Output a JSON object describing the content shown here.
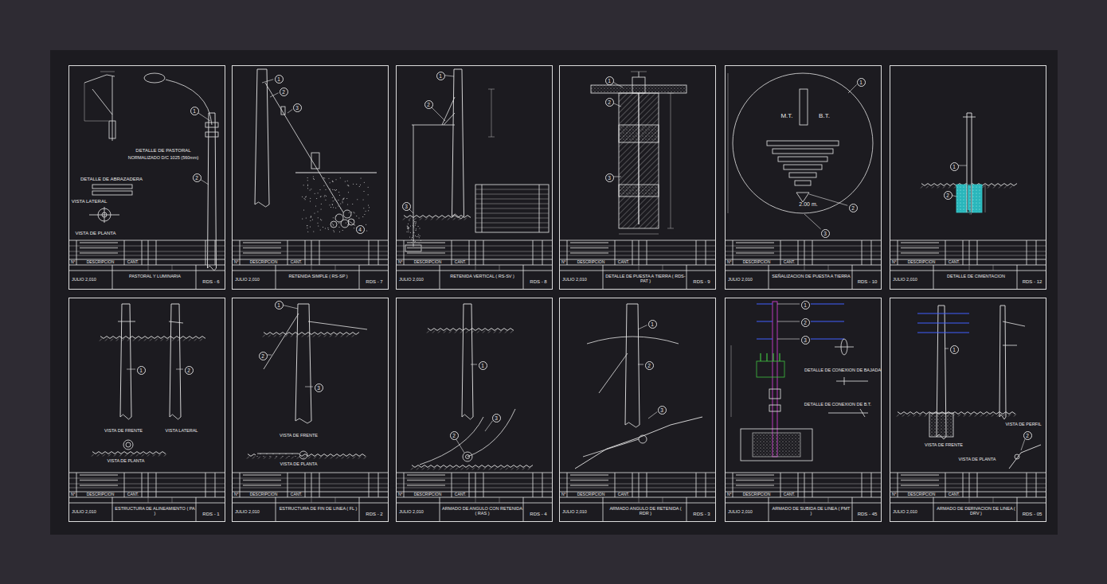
{
  "diagram": {
    "nodes": [
      {
        "text": [
          "PASTORAL Y LUMINARIA",
          "RDS - 6"
        ]
      },
      {
        "text": [
          "1"
        ],
        "in": 0
      },
      {
        "text": [
          "2"
        ],
        "in": 0
      },
      {
        "text": [
          "RETENIDA SIMPLE ( RS-SP )",
          "RDS - 7"
        ]
      },
      {
        "text": [
          "1"
        ],
        "in": 3
      },
      {
        "text": [
          "2"
        ],
        "in": 3
      },
      {
        "text": [
          "3"
        ],
        "in": 3
      },
      {
        "text": [
          "4"
        ],
        "in": 3
      },
      {
        "text": [
          "RETENIDA VERTICAL ( RS-SV )",
          "RDS - 8"
        ]
      },
      {
        "text": [
          "1"
        ],
        "in": 8
      },
      {
        "text": [
          "2"
        ],
        "in": 8
      },
      {
        "text": [
          "3"
        ],
        "in": 8
      },
      {
        "text": [
          "DETALLE DE PUESTA A TIERRA ( RDS-PAT )",
          "RDS - 9"
        ]
      },
      {
        "text": [
          "1"
        ],
        "in": 12
      },
      {
        "text": [
          "2"
        ],
        "in": 12
      },
      {
        "text": [
          "3"
        ],
        "in": 12
      },
      {
        "text": [
          "SEÑALIZACION DE PUESTA A TIERRA",
          "RDS - 10"
        ]
      },
      {
        "text": [
          "1"
        ],
        "in": 16
      },
      {
        "text": [
          "2"
        ],
        "in": 16
      },
      {
        "text": [
          "3"
        ],
        "in": 16
      },
      {
        "text": [
          "DETALLE DE CIMENTACION",
          "RDS - 12"
        ]
      },
      {
        "text": [
          "1"
        ],
        "in": 20
      },
      {
        "text": [
          "2"
        ],
        "in": 20
      },
      {
        "text": [
          "ESTRUCTURA DE ALINEAMIENTO ( PA )",
          "RDS - 1"
        ]
      },
      {
        "text": [
          "1"
        ],
        "in": 23
      },
      {
        "text": [
          "2"
        ],
        "in": 23
      },
      {
        "text": [
          "ESTRUCTURA DE FIN DE LINEA ( FL )",
          "RDS - 2"
        ]
      },
      {
        "text": [
          "1"
        ],
        "in": 26
      },
      {
        "text": [
          "2"
        ],
        "in": 26
      },
      {
        "text": [
          "3"
        ],
        "in": 26
      },
      {
        "text": [
          "ARMADO DE ANGULO CON RETENIDA ( RAS )",
          "RDS - 4"
        ]
      },
      {
        "text": [
          "1"
        ],
        "in": 30
      },
      {
        "text": [
          "2"
        ],
        "in": 30
      },
      {
        "text": [
          "3"
        ],
        "in": 30
      },
      {
        "text": [
          "ARMADO ANGULO DE RETENIDA ( RDR )",
          "RDS - 3"
        ]
      },
      {
        "text": [
          "1"
        ],
        "in": 34
      },
      {
        "text": [
          "2"
        ],
        "in": 34
      },
      {
        "text": [
          "3"
        ],
        "in": 34
      },
      {
        "text": [
          "ARMADO DE SUBIDA DE LINEA ( PMT )",
          "RDS - 45"
        ]
      },
      {
        "text": [
          "1"
        ],
        "in": 38
      },
      {
        "text": [
          "2"
        ],
        "in": 38
      },
      {
        "text": [
          "3"
        ],
        "in": 38
      },
      {
        "text": [
          "ARMADO DE DERIVACION DE LINEA ( DRV )",
          "RDS - 05"
        ]
      },
      {
        "text": [
          "1"
        ],
        "in": 42
      },
      {
        "text": [
          "2"
        ],
        "in": 42
      }
    ],
    "labels": [
      "DETALLE DE PASTORAL",
      "NORMALIZADO D/C 1025 (560mm)",
      "DETALLE DE ABRAZADERA",
      "VISTA LATERAL",
      "VISTA DE PLANTA",
      "M.T.",
      "B.T.",
      "2.00 m.",
      "VISTA DE FRENTE",
      "VISTA LATERAL",
      "VISTA DE PLANTA",
      "VISTA DE FRENTE",
      "VISTA DE PLANTA",
      "DETALLE DE CONEXION DE BAJADA",
      "DETALLE DE CONEXION DE B.T.",
      "VISTA DE FRENTE",
      "VISTA DE PERFIL",
      "VISTA DE PLANTA",
      "N°",
      "DESCRIPCION",
      "CANT.",
      "JULIO 2,010",
      "N°",
      "DESCRIPCION",
      "CANT.",
      "JULIO 2,010",
      "N°",
      "DESCRIPCION",
      "CANT.",
      "JULIO 2,010",
      "N°",
      "DESCRIPCION",
      "CANT.",
      "JULIO 2,010",
      "N°",
      "DESCRIPCION",
      "CANT.",
      "JULIO 2,010",
      "N°",
      "DESCRIPCION",
      "CANT.",
      "JULIO 2,010",
      "N°",
      "DESCRIPCION",
      "CANT.",
      "JULIO 2,010",
      "N°",
      "DESCRIPCION",
      "CANT.",
      "JULIO 2,010",
      "N°",
      "DESCRIPCION",
      "CANT.",
      "JULIO 2,010",
      "N°",
      "DESCRIPCION",
      "CANT.",
      "JULIO 2,010",
      "N°",
      "DESCRIPCION",
      "CANT.",
      "JULIO 2,010",
      "N°",
      "DESCRIPCION",
      "CANT.",
      "JULIO 2,010"
    ]
  }
}
